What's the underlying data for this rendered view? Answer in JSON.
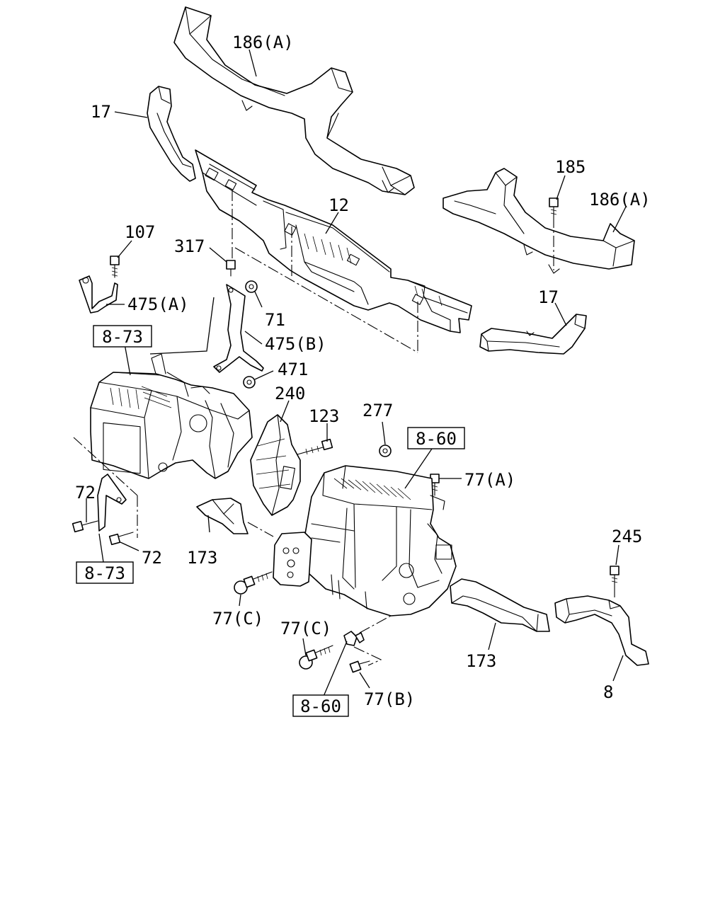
{
  "diagram": {
    "labels": {
      "p186a_top": "186(A)",
      "p17_left": "17",
      "p12": "12",
      "p185": "185",
      "p186a_right": "186(A)",
      "p107": "107",
      "p317": "317",
      "p475a": "475(A)",
      "p71": "71",
      "p475b": "475(B)",
      "p17_right": "17",
      "p471": "471",
      "p240": "240",
      "p123": "123",
      "p277": "277",
      "p77a": "77(A)",
      "p72_top": "72",
      "p72_bottom": "72",
      "p173_left": "173",
      "p245": "245",
      "p77c_left": "77(C)",
      "p77c_bottom": "77(C)",
      "p173_right": "173",
      "p77b": "77(B)",
      "p8": "8"
    },
    "ref_boxes": {
      "ref_873_top": "8-73",
      "ref_873_bottom": "8-73",
      "ref_860_top": "8-60",
      "ref_860_bottom": "8-60"
    }
  }
}
